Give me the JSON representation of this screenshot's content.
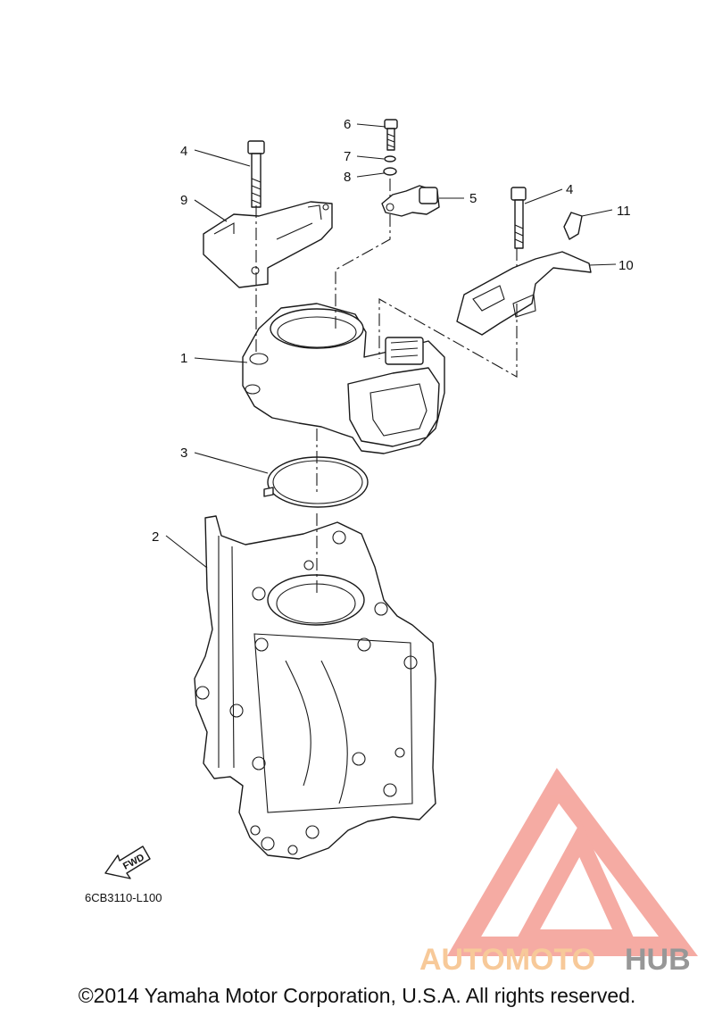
{
  "diagram_code": "6CB3110-L100",
  "fwd_label": "FWD",
  "copyright": "©2014 Yamaha Motor Corporation, U.S.A. All rights reserved.",
  "watermark": {
    "text_part1": "AUTOMOTO",
    "text_part2": "HUB",
    "color_primary": "#f4a29a",
    "color_secondary": "#f7c48f",
    "color_hub": "#8c8c8c"
  },
  "callouts": [
    {
      "id": "callout-1",
      "label": "1"
    },
    {
      "id": "callout-2",
      "label": "2"
    },
    {
      "id": "callout-3",
      "label": "3"
    },
    {
      "id": "callout-4a",
      "label": "4"
    },
    {
      "id": "callout-4b",
      "label": "4"
    },
    {
      "id": "callout-5",
      "label": "5"
    },
    {
      "id": "callout-6",
      "label": "6"
    },
    {
      "id": "callout-7",
      "label": "7"
    },
    {
      "id": "callout-8",
      "label": "8"
    },
    {
      "id": "callout-9",
      "label": "9"
    },
    {
      "id": "callout-10",
      "label": "10"
    },
    {
      "id": "callout-11",
      "label": "11"
    }
  ]
}
